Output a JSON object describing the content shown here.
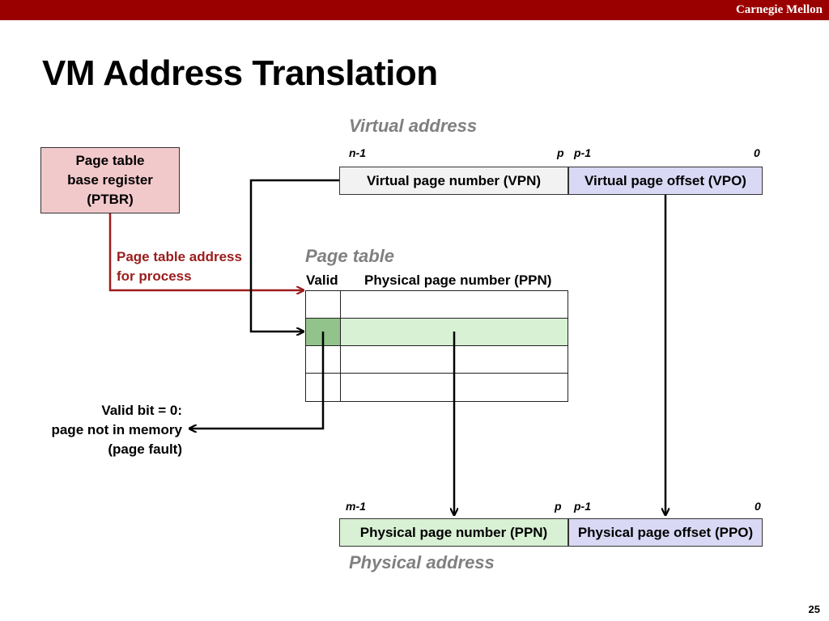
{
  "header": {
    "brand": "Carnegie Mellon"
  },
  "slide": {
    "title": "VM Address Translation",
    "page_number": "25"
  },
  "virtual_address": {
    "label": "Virtual address",
    "bit_labels": {
      "high": "n-1",
      "p": "p",
      "p_minus_1": "p-1",
      "zero": "0"
    },
    "vpn": "Virtual page number (VPN)",
    "vpo": "Virtual page offset (VPO)"
  },
  "ptbr": {
    "line1": "Page table",
    "line2": "base register",
    "line3": "(PTBR)"
  },
  "pt_address_note": {
    "line1": "Page table address",
    "line2": "for process"
  },
  "page_table": {
    "label": "Page table",
    "col_valid": "Valid",
    "col_ppn": "Physical page number (PPN)"
  },
  "valid_note": {
    "line1": "Valid bit = 0:",
    "line2": "page not in memory",
    "line3": "(page fault)"
  },
  "physical_address": {
    "label": "Physical address",
    "bit_labels": {
      "high": "m-1",
      "p": "p",
      "p_minus_1": "p-1",
      "zero": "0"
    },
    "ppn": "Physical page number (PPN)",
    "ppo": "Physical page offset (PPO)"
  },
  "colors": {
    "header_red": "#9b0000",
    "ptbr_fill": "#f2c9cb",
    "vpn_fill": "#f2f2f2",
    "offset_fill": "#d9d9f5",
    "ppn_fill": "#d8f0d4",
    "valid_cell_fill": "#92c38a",
    "note_red": "#9b1c1c"
  }
}
